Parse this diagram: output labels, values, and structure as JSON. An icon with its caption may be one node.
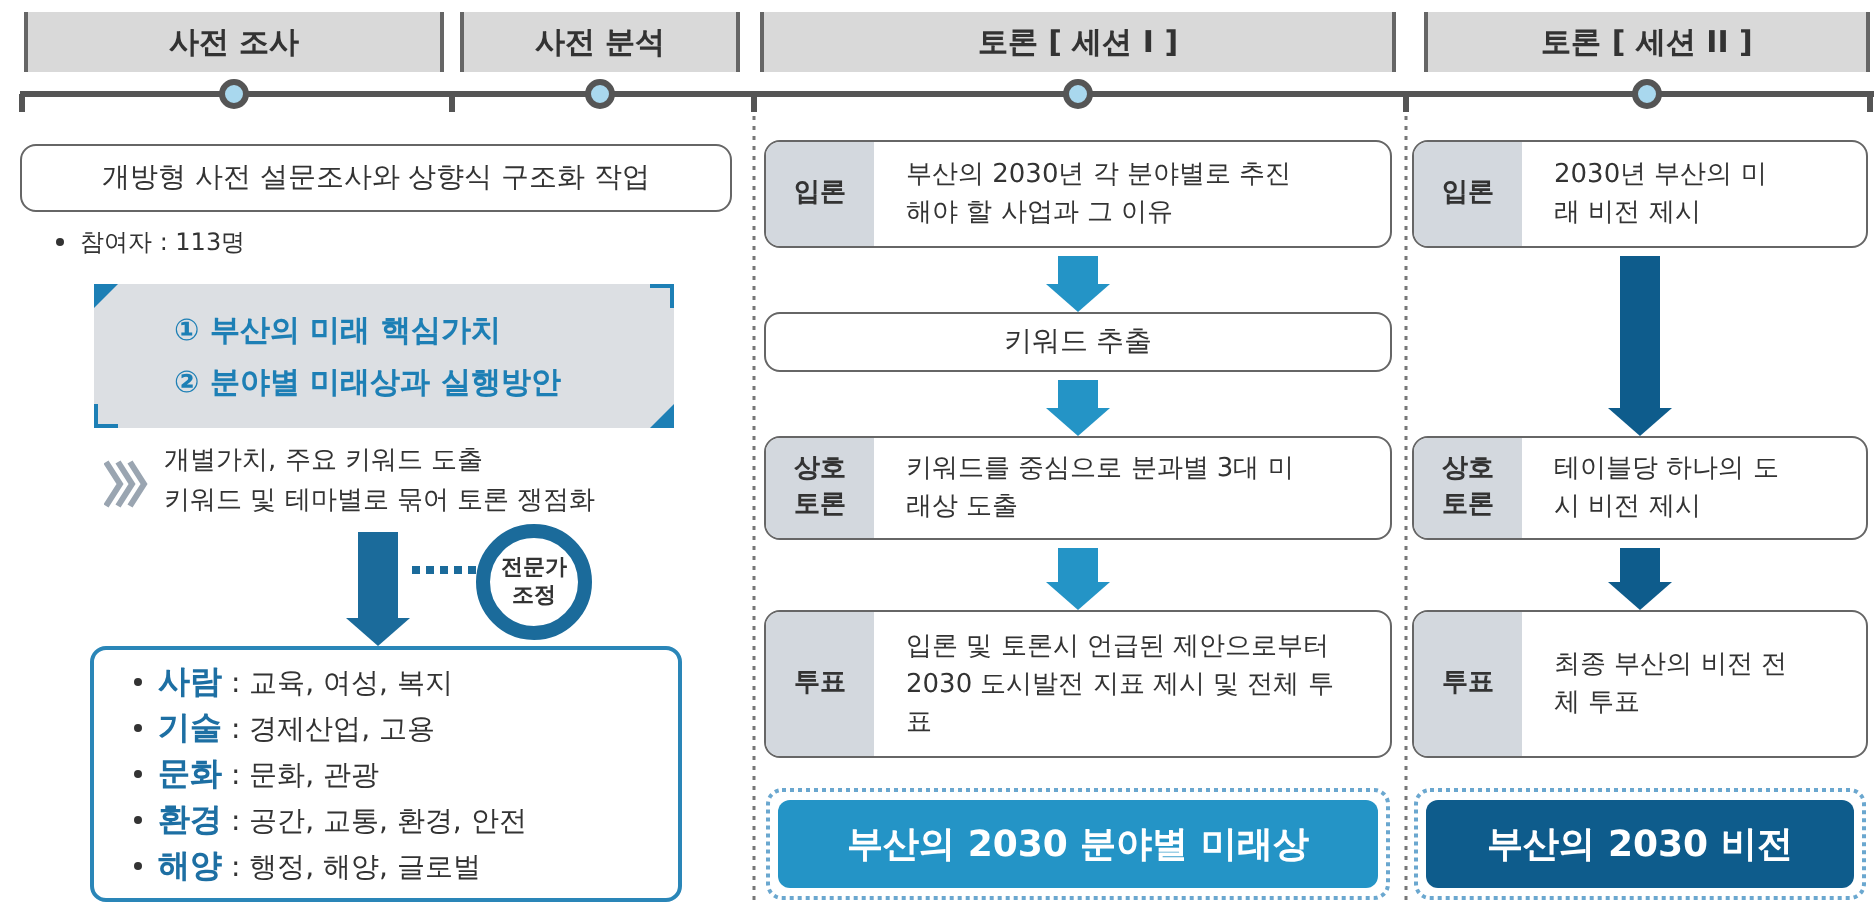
{
  "diagram": {
    "nodes": [
      {
        "text": [
          "사전 조사"
        ]
      },
      {
        "text": [
          "사전 분석"
        ]
      },
      {
        "text": [
          "토론 [ 세션 I ]"
        ]
      },
      {
        "text": [
          "토론 [ 세션 II ]"
        ]
      },
      {
        "text": [
          "개방형 사전 설문조사와 상향식 구조화 작업"
        ]
      },
      {
        "text": [
          "① 부산의 미래 핵심가치",
          "② 분야별 미래상과 실행방안"
        ]
      },
      {
        "text": [
          "개별가치, 주요 키워드 도출",
          "키워드 및 테마별로 묶어 토론 쟁점화"
        ]
      },
      {
        "text": [
          "전문가 조정"
        ]
      },
      {
        "text": [
          "**사람** : 교육, 여성, 복지",
          "**기술** : 경제산업, 고용",
          "**문화** : 문화, 관광",
          "**환경** : 공간, 교통, 환경, 안전",
          "**해양** : 행정, 해양, 글로벌"
        ]
      },
      {
        "text": [
          "입론",
          "부산의 2030년 각 분야별로 추진해야 할 사업과 그 이유"
        ]
      },
      {
        "text": [
          "키워드 추출"
        ]
      },
      {
        "text": [
          "상호 토론",
          "키워드를 중심으로 분과별 3대 미래상 도출"
        ]
      },
      {
        "text": [
          "투표",
          "입론 및 토론시 언급된 제안으로부터 2030 도시발전 지표 제시 및 전체 투표"
        ]
      },
      {
        "text": [
          "부산의 2030 분야별 미래상"
        ]
      },
      {
        "text": [
          "입론",
          "2030년 부산의 미래 비전 제시"
        ]
      },
      {
        "text": [
          "상호 토론",
          "테이블당 하나의 도시 비전 제시"
        ]
      },
      {
        "text": [
          "투표",
          "최종 부산의 비전 전체 투표"
        ]
      },
      {
        "text": [
          "부산의 2030 비전"
        ]
      }
    ],
    "edges": [
      {
        "from": 6,
        "to": 8,
        "arrow": "to",
        "color": "#1b6b9b"
      },
      {
        "from": 7,
        "to": null,
        "arrow": "none",
        "style": "dashed",
        "color": "#1b6b9b"
      },
      {
        "from": 9,
        "to": 10,
        "arrow": "to"
      },
      {
        "from": 10,
        "to": 11,
        "arrow": "to"
      },
      {
        "from": 11,
        "to": 12,
        "arrow": "to"
      },
      {
        "from": 14,
        "to": 15,
        "arrow": "to",
        "color": "#0e5c8c"
      },
      {
        "from": 15,
        "to": 16,
        "arrow": "to",
        "color": "#0e5c8c"
      }
    ],
    "labels": [
      "참여자 : 113명"
    ]
  }
}
